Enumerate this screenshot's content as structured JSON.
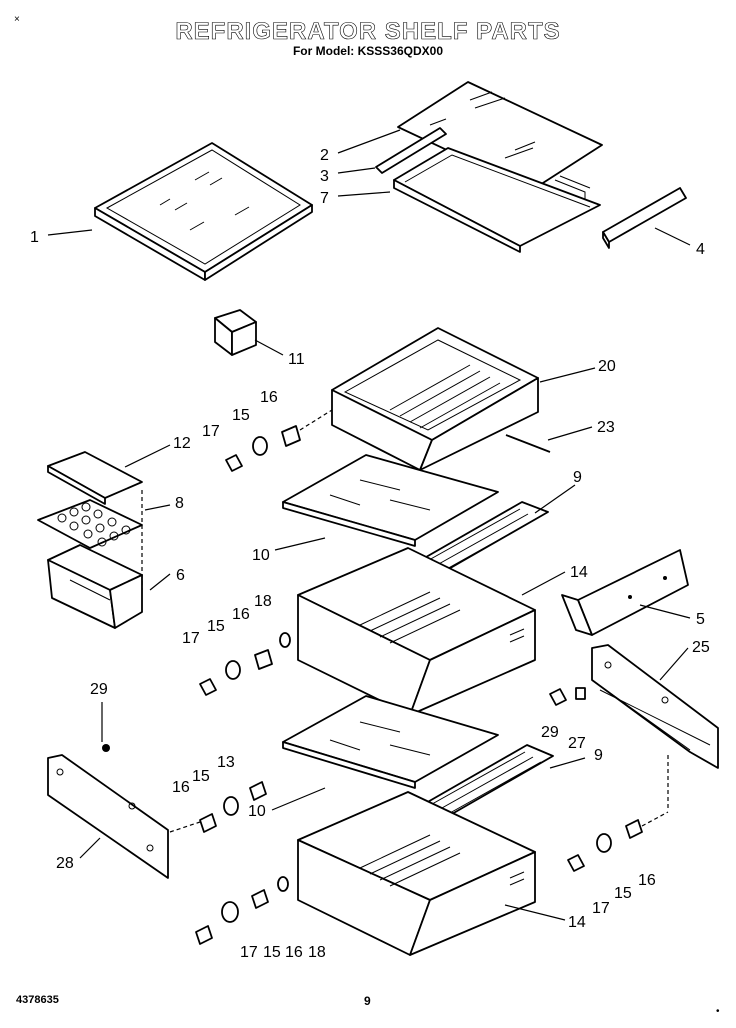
{
  "header": {
    "title": "REFRIGERATOR SHELF PARTS",
    "subtitle": "For Model: KSSS36QDX00"
  },
  "footer": {
    "doc_number": "4378635",
    "page_number": "9"
  },
  "callouts": {
    "c1": "1",
    "c2": "2",
    "c3": "3",
    "c4": "4",
    "c5": "5",
    "c6": "6",
    "c7": "7",
    "c8": "8",
    "c9a": "9",
    "c9b": "9",
    "c10a": "10",
    "c10b": "10",
    "c11": "11",
    "c12": "12",
    "c13": "13",
    "c14a": "14",
    "c14b": "14",
    "c15a": "15",
    "c15b": "15",
    "c15c": "15",
    "c15d": "15",
    "c15e": "15",
    "c16a": "16",
    "c16b": "16",
    "c16c": "16",
    "c16d": "16",
    "c16e": "16",
    "c17a": "17",
    "c17b": "17",
    "c17c": "17",
    "c17d": "17",
    "c18a": "18",
    "c18b": "18",
    "c20": "20",
    "c23": "23",
    "c25": "25",
    "c27": "27",
    "c28": "28",
    "c29a": "29",
    "c29b": "29"
  }
}
